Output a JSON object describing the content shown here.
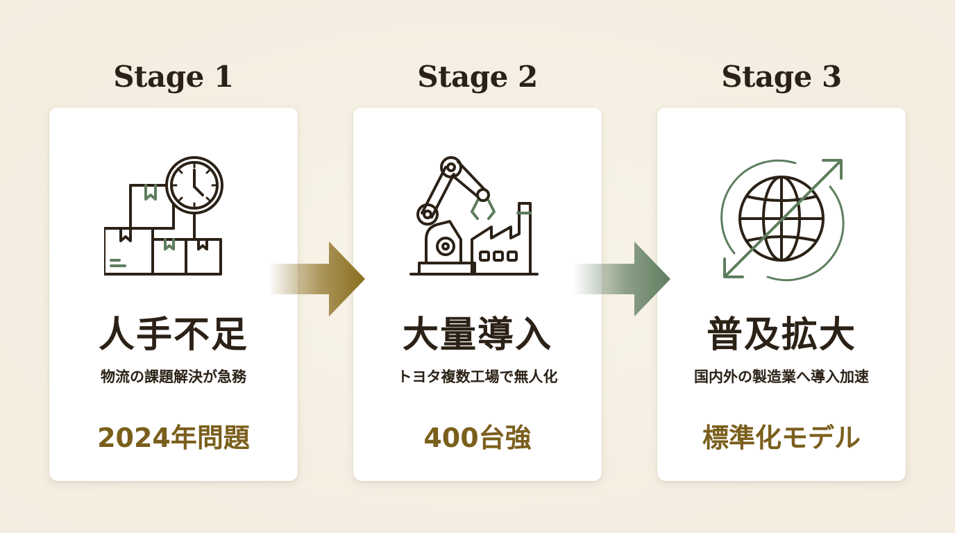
{
  "stages": [
    {
      "label": "Stage 1",
      "heading": "人手不足",
      "description": "物流の課題解決が急務",
      "value": "2024年問題",
      "icon": "boxes-clock-icon"
    },
    {
      "label": "Stage 2",
      "heading": "大量導入",
      "description": "トヨタ複数工場で無人化",
      "value": "400台強",
      "icon": "robot-arm-factory-icon"
    },
    {
      "label": "Stage 3",
      "heading": "普及拡大",
      "description": "国内外の製造業へ導入加速",
      "value": "標準化モデル",
      "icon": "globe-arrows-icon"
    }
  ],
  "colors": {
    "background": "#f6f0e4",
    "text": "#2b2116",
    "accent_gold": "#7a5f1c",
    "accent_green": "#5e7d5e",
    "arrow_1": "#8a6d1e",
    "arrow_2": "#5f7d5f"
  }
}
